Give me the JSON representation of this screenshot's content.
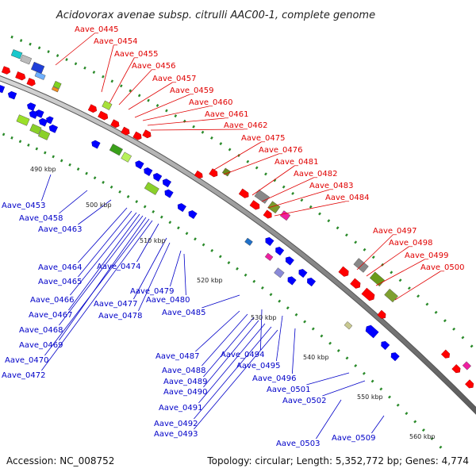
{
  "title": "Acidovorax avenae subsp. citrulli AAC00-1, complete genome",
  "footer": {
    "accession": "Accession: NC_008752",
    "topology": "Topology: circular; Length: 5,352,772 bp; Genes: 4,774"
  },
  "colors": {
    "forward_gene": "#ff0000",
    "reverse_gene": "#0000ff",
    "red_label": "#e00000",
    "blue_label": "#0000c8",
    "dot_track": "#2a8a2a"
  },
  "scale_ticks": [
    "490 kbp",
    "500 kbp",
    "510 kbp",
    "520 kbp",
    "530 kbp",
    "540 kbp",
    "550 kbp",
    "560 kbp"
  ],
  "red_labels": [
    "Aave_0445",
    "Aave_0454",
    "Aave_0455",
    "Aave_0456",
    "Aave_0457",
    "Aave_0459",
    "Aave_0460",
    "Aave_0461",
    "Aave_0462",
    "Aave_0475",
    "Aave_0476",
    "Aave_0481",
    "Aave_0482",
    "Aave_0483",
    "Aave_0484",
    "Aave_0497",
    "Aave_0498",
    "Aave_0499",
    "Aave_0500"
  ],
  "blue_labels": [
    "Aave_0453",
    "Aave_0458",
    "Aave_0463",
    "Aave_0464",
    "Aave_0465",
    "Aave_0466",
    "Aave_0467",
    "Aave_0468",
    "Aave_0469",
    "Aave_0470",
    "Aave_0472",
    "Aave_0474",
    "Aave_0477",
    "Aave_0478",
    "Aave_0479",
    "Aave_0480",
    "Aave_0485",
    "Aave_0487",
    "Aave_0488",
    "Aave_0489",
    "Aave_0490",
    "Aave_0491",
    "Aave_0492",
    "Aave_0493",
    "Aave_0494",
    "Aave_0495",
    "Aave_0496",
    "Aave_0501",
    "Aave_0502",
    "Aave_0503",
    "Aave_0509"
  ]
}
